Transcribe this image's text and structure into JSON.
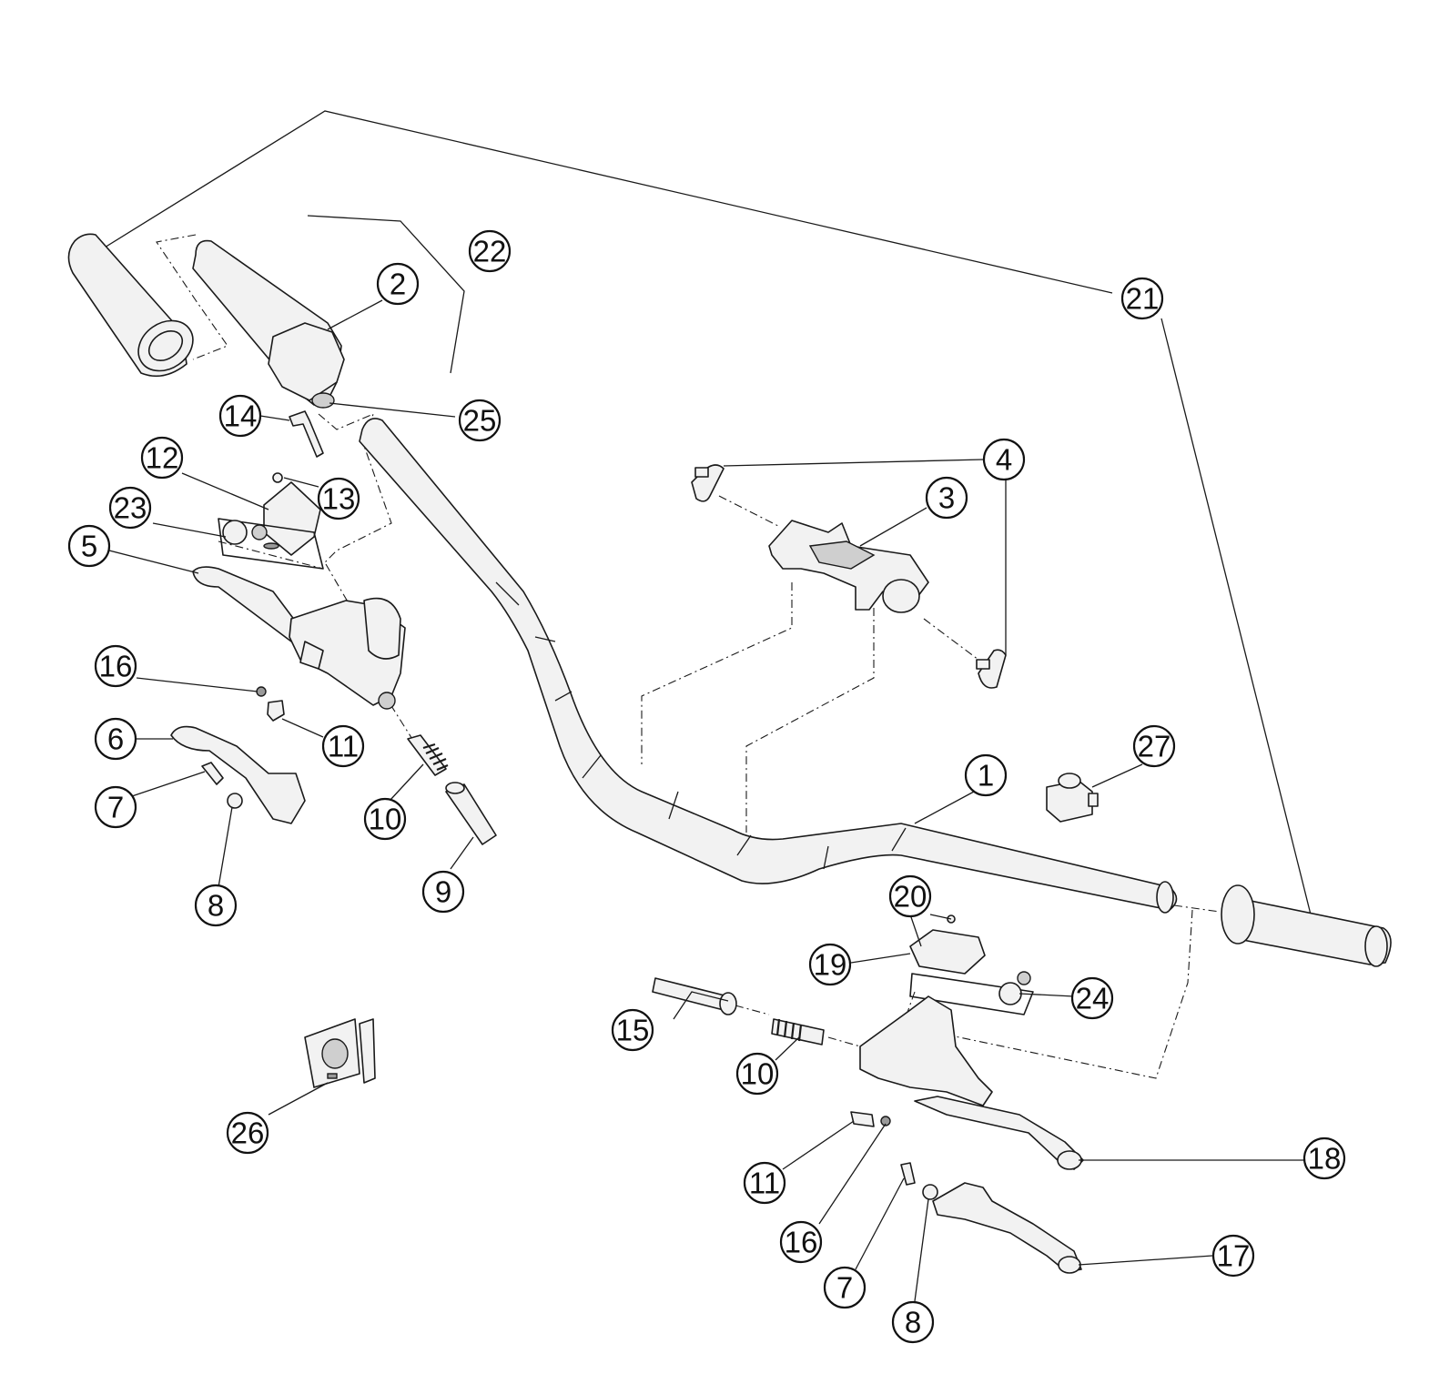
{
  "callouts": {
    "c1": "1",
    "c2": "2",
    "c3": "3",
    "c4": "4",
    "c5": "5",
    "c6": "6",
    "c7a": "7",
    "c7b": "7",
    "c8a": "8",
    "c8b": "8",
    "c9": "9",
    "c10a": "10",
    "c10b": "10",
    "c11a": "11",
    "c11b": "11",
    "c12": "12",
    "c13": "13",
    "c14": "14",
    "c15": "15",
    "c16a": "16",
    "c16b": "16",
    "c17": "17",
    "c18": "18",
    "c19": "19",
    "c20": "20",
    "c21": "21",
    "c22": "22",
    "c23": "23",
    "c24": "24",
    "c25": "25",
    "c26": "26",
    "c27": "27"
  },
  "icons": {
    "handlebar": "handlebar-icon",
    "grip": "grip-icon",
    "throttle": "throttle-housing-icon",
    "master_cylinder": "master-cylinder-icon",
    "lever": "lever-icon",
    "clamp": "handlebar-clamp-icon",
    "cable_tie": "cable-tie-icon",
    "switch": "switch-icon"
  }
}
